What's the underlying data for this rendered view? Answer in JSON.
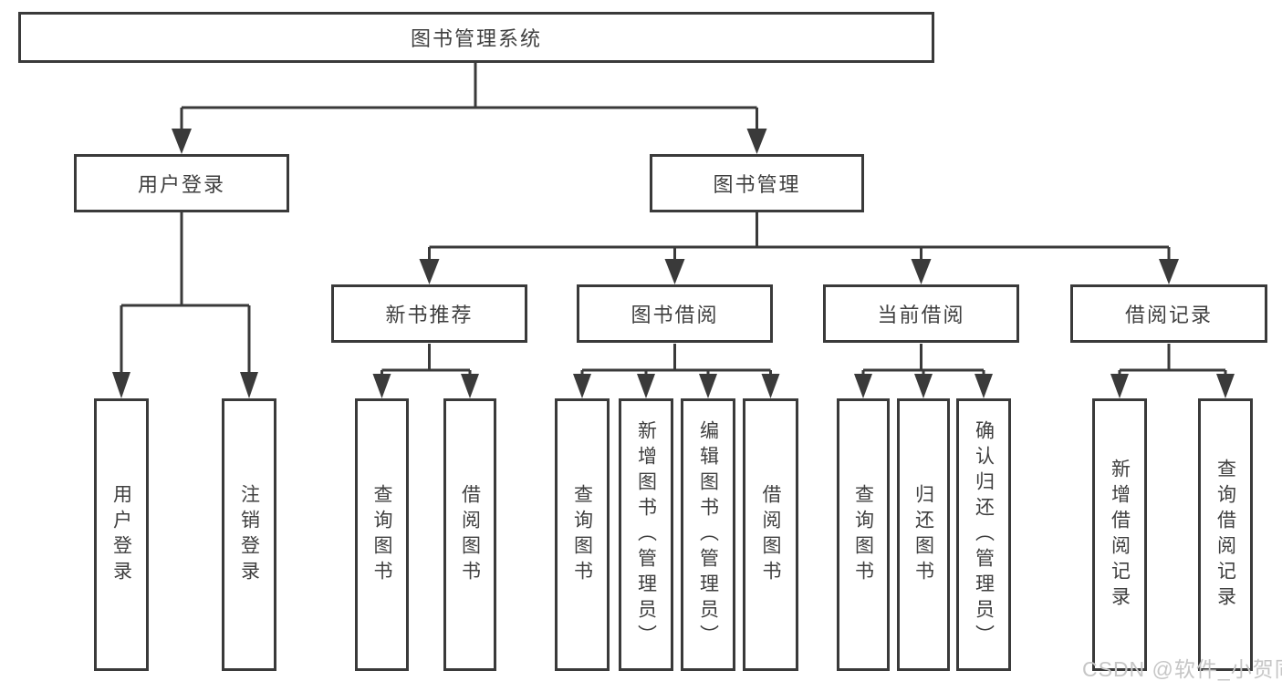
{
  "root": {
    "label": "图书管理系统"
  },
  "level1": {
    "user_login": {
      "label": "用户登录"
    },
    "book_mgmt": {
      "label": "图书管理"
    }
  },
  "level2": {
    "new_book": {
      "label": "新书推荐"
    },
    "borrow": {
      "label": "图书借阅"
    },
    "current": {
      "label": "当前借阅"
    },
    "record": {
      "label": "借阅记录"
    }
  },
  "leaves": {
    "user_login": "用户登录",
    "logout": "注销登录",
    "new_book_query": "查询图书",
    "new_book_borrow": "借阅图书",
    "borrow_query": "查询图书",
    "borrow_add": "新增图书（管理员）",
    "borrow_edit": "编辑图书（管理员）",
    "borrow_do": "借阅图书",
    "current_query": "查询图书",
    "current_return": "归还图书",
    "current_confirm": "确认归还（管理员）",
    "record_add": "新增借阅记录",
    "record_query": "查询借阅记录"
  },
  "watermark": "CSDN @软件_小贺同学",
  "colors": {
    "line": "#3a3a3a",
    "text": "#3f3f3f",
    "background": "#ffffff",
    "watermark": "#c6c6c6"
  }
}
